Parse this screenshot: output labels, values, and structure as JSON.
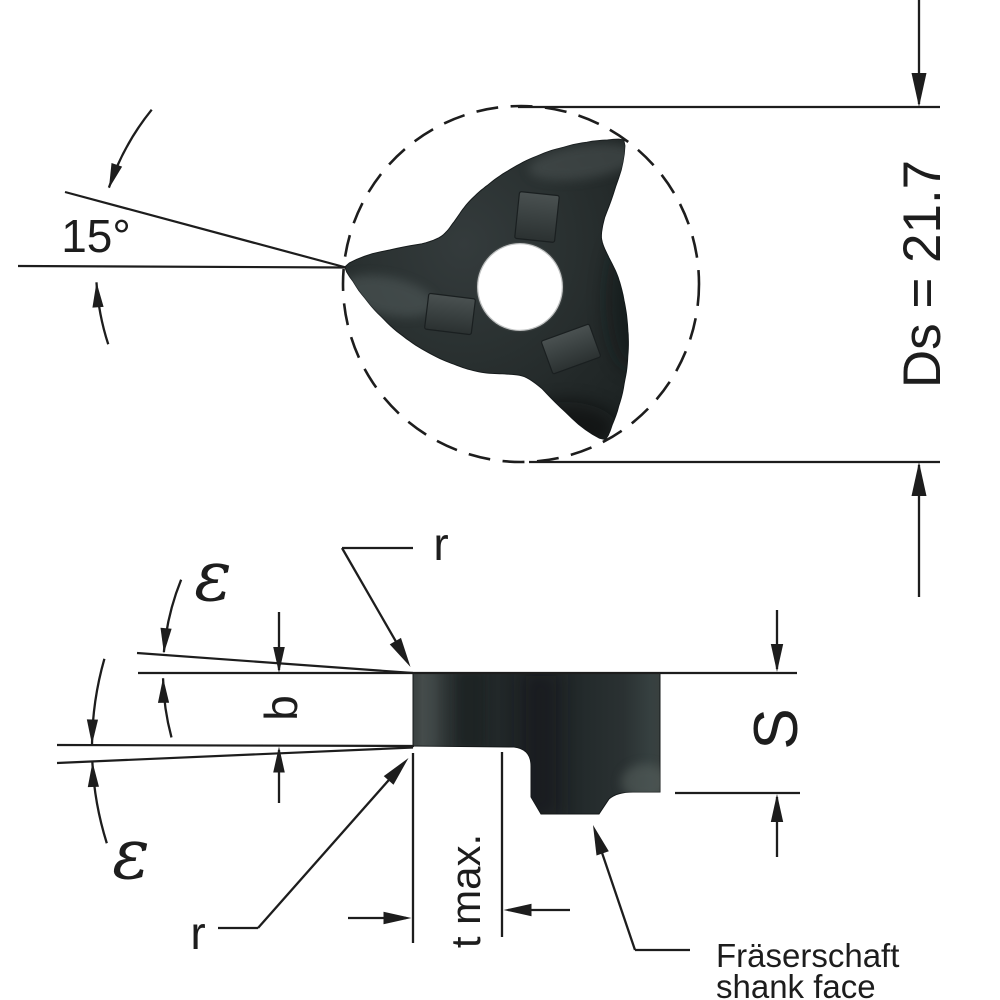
{
  "drawing": {
    "type": "technical-drawing-slot-milling-insert",
    "top_view": {
      "rake_angle_label": "15°",
      "cutter_diameter_label": "Ds = 21.7",
      "teeth_count": 3
    },
    "side_view": {
      "corner_radius_label_top": "r",
      "corner_radius_label_bottom": "r",
      "taper_angle_label_top": "ε",
      "taper_angle_label_bottom": "ε",
      "cut_width_label": "b",
      "cut_depth_label": "t max.",
      "thickness_label": "S",
      "shank_note_line1": "Fräserschaft",
      "shank_note_line2": "shank face"
    },
    "colors": {
      "line": "#1d1d1d",
      "background": "#ffffff",
      "body_dark": "#202627",
      "body_light": "#454c4c"
    }
  }
}
